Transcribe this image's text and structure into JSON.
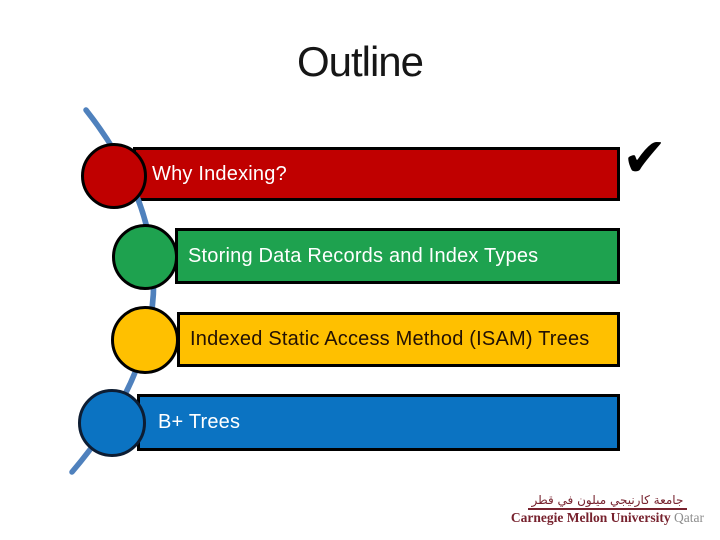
{
  "slide": {
    "title": "Outline",
    "title_color": "#161616",
    "background_color": "#ffffff"
  },
  "outline_items": [
    {
      "label": "Why Indexing?",
      "fill": "#c00000",
      "text_color": "#ffffff",
      "completed": true
    },
    {
      "label": "Storing Data Records and Index Types",
      "fill": "#1ea24f",
      "text_color": "#ffffff",
      "completed": false
    },
    {
      "label": "Indexed Static Access Method (ISAM) Trees",
      "fill": "#ffc000",
      "text_color": "#231104",
      "completed": false
    },
    {
      "label": "B+ Trees",
      "fill": "#0b73c2",
      "text_color": "#ffffff",
      "completed": false
    }
  ],
  "checkmark": {
    "glyph": "✔",
    "color": "#000000"
  },
  "timeline": {
    "line_color": "#4f81bd",
    "outline_color": "#000000"
  },
  "footer_logo": {
    "arabic_text": "جامعة كارنيجي ميلون في قطر",
    "university_name": "Carnegie Mellon University",
    "campus": "Qatar",
    "maroon_color": "#77222e",
    "campus_color": "#8d8d8d"
  }
}
